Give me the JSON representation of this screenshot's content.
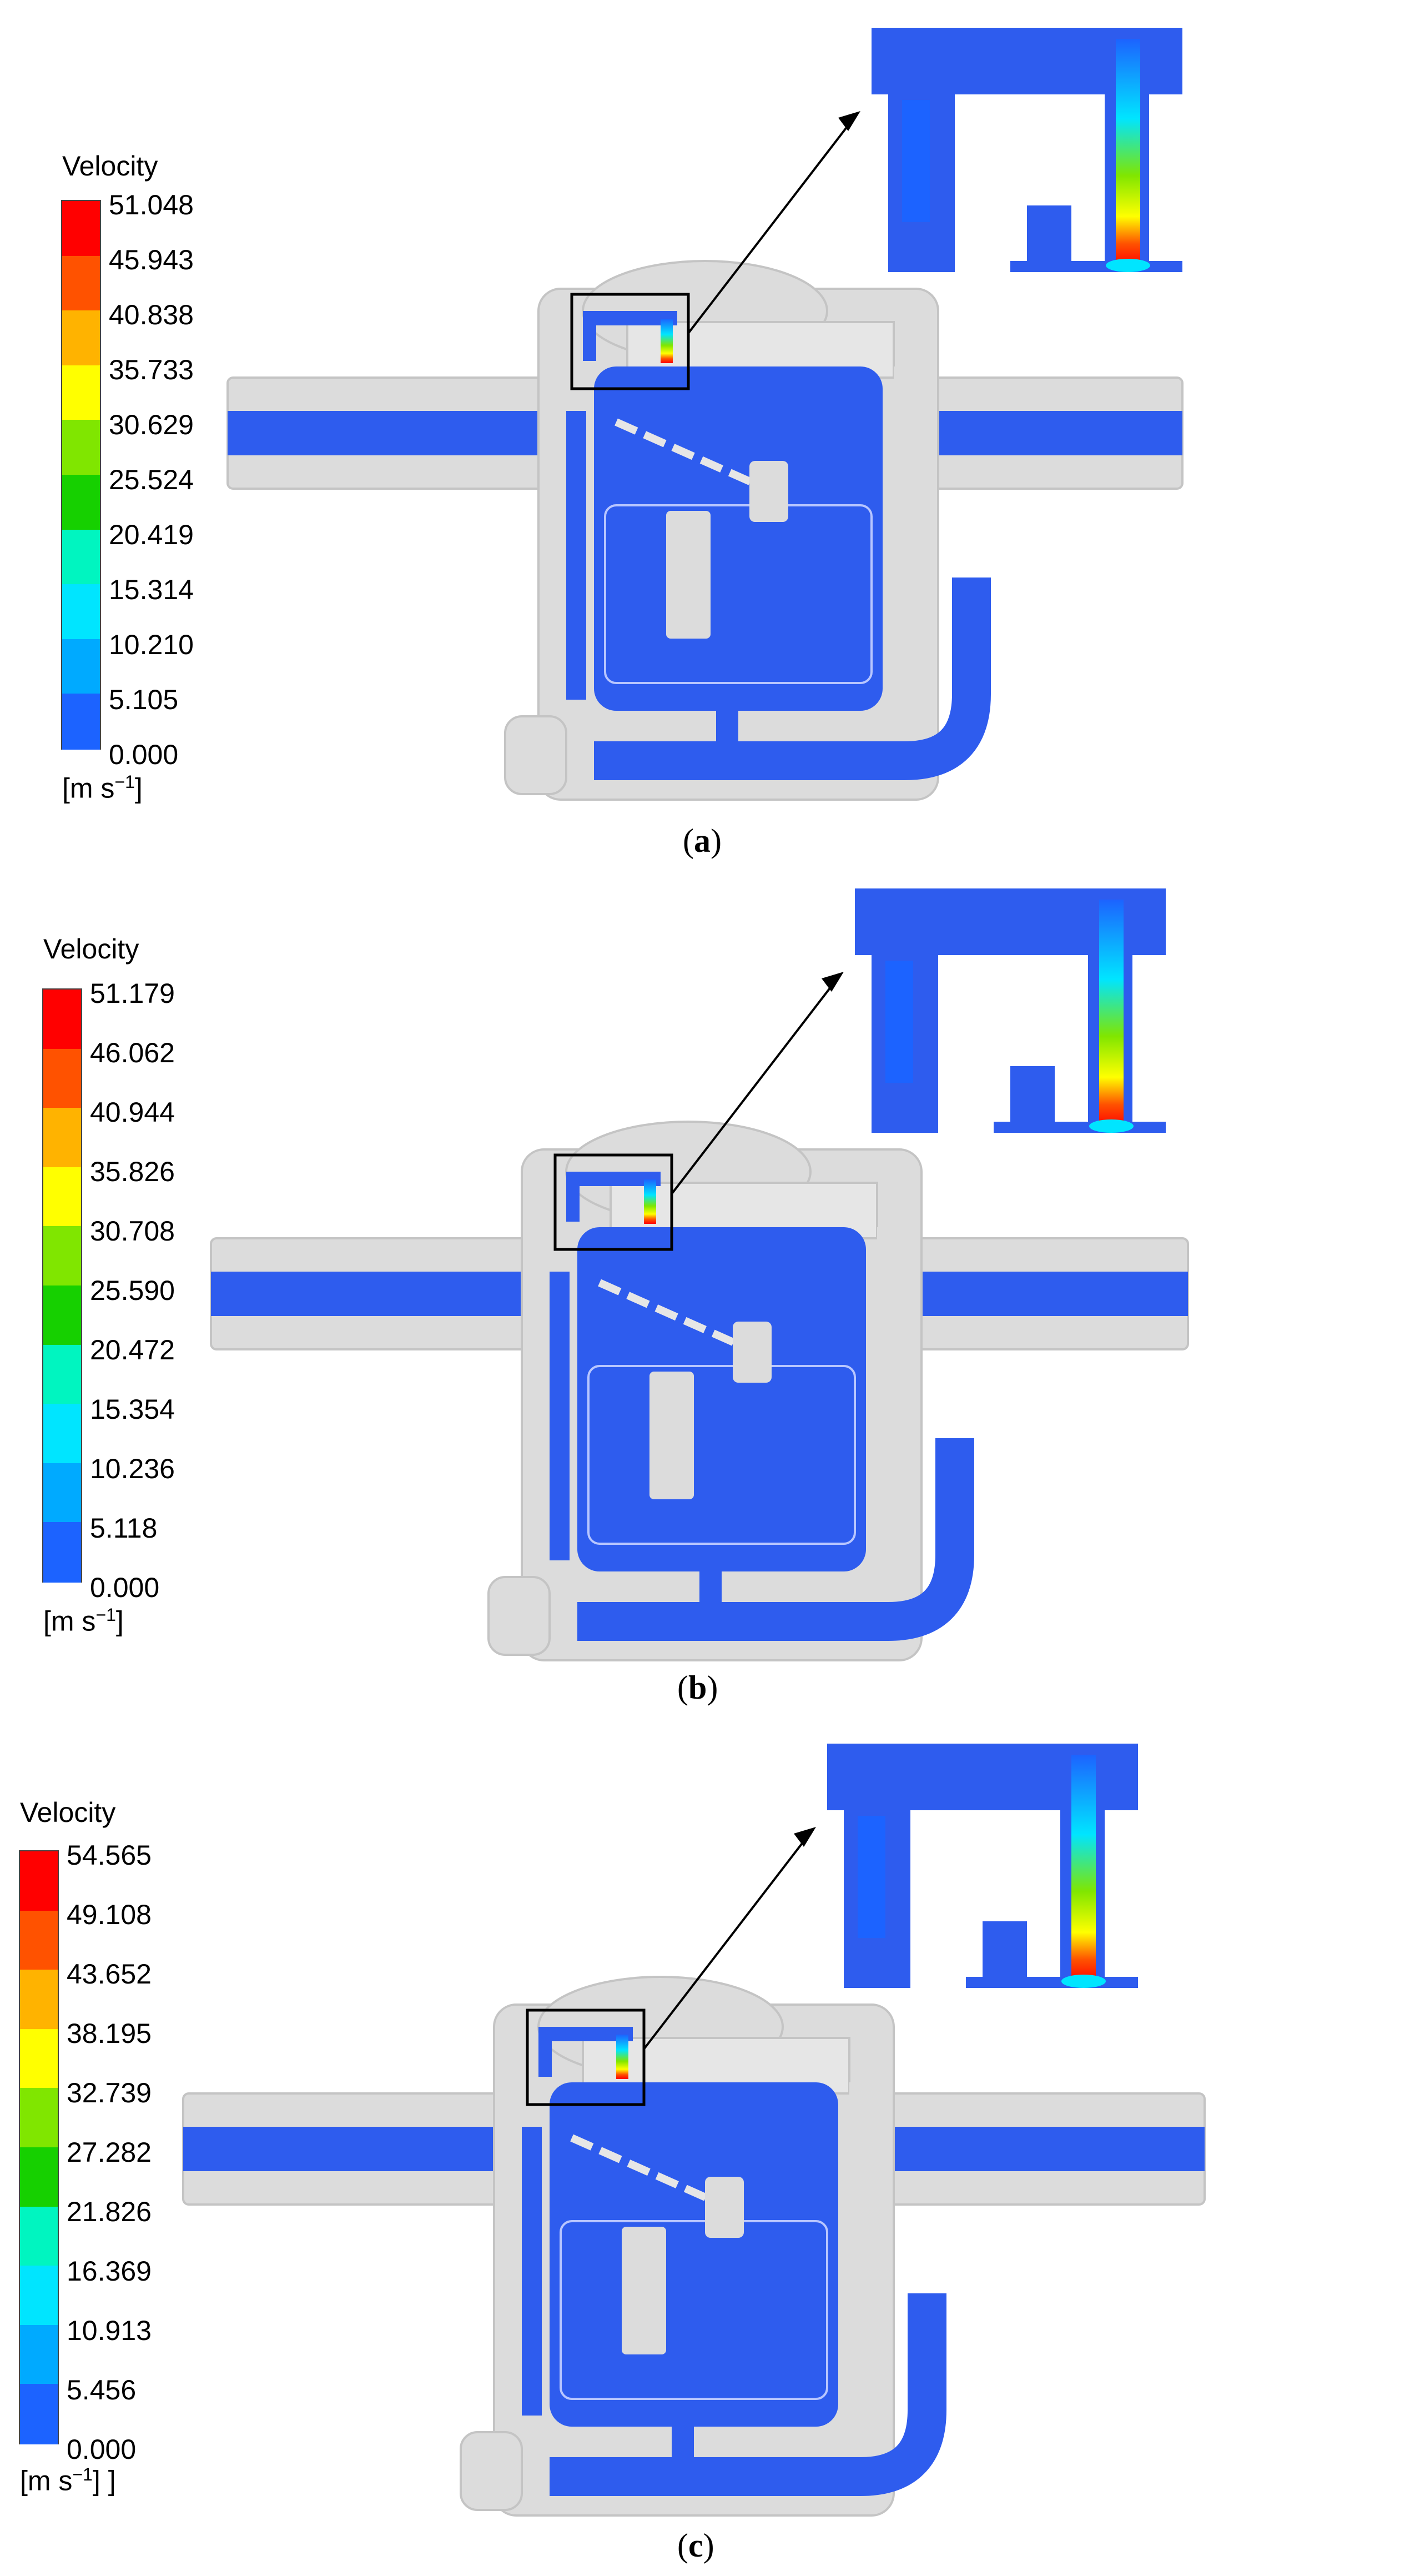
{
  "colors": {
    "scale": [
      "#0000ff",
      "#1c63ff",
      "#00aaff",
      "#00e5ff",
      "#00f5c0",
      "#00dd55",
      "#16d000",
      "#80e600",
      "#ffff00",
      "#ffb300",
      "#ff5200",
      "#ff0000"
    ],
    "fluid": "#2e5cee",
    "solid": "#dcdcdc",
    "solid_dark": "#c4c4c4"
  },
  "panels": [
    {
      "id": "a",
      "legend_title": "Velocity",
      "legend_values": [
        "51.048",
        "45.943",
        "40.838",
        "35.733",
        "30.629",
        "25.524",
        "20.419",
        "15.314",
        "10.210",
        "5.105",
        "0.000"
      ],
      "unit_prefix": "[m s",
      "unit_exp": "−1",
      "unit_suffix": "]",
      "caption_open": "(",
      "caption_letter": "a",
      "caption_close": ")"
    },
    {
      "id": "b",
      "legend_title": "Velocity",
      "legend_values": [
        "51.179",
        "46.062",
        "40.944",
        "35.826",
        "30.708",
        "25.590",
        "20.472",
        "15.354",
        "10.236",
        "5.118",
        "0.000"
      ],
      "unit_prefix": "[m s",
      "unit_exp": "−1",
      "unit_suffix": "]",
      "caption_open": "(",
      "caption_letter": "b",
      "caption_close": ")"
    },
    {
      "id": "c",
      "legend_title": "Velocity",
      "legend_values": [
        "54.565",
        "49.108",
        "43.652",
        "38.195",
        "32.739",
        "27.282",
        "21.826",
        "16.369",
        "10.913",
        "5.456",
        "0.000"
      ],
      "unit_prefix": "[m s",
      "unit_exp": "−1",
      "unit_suffix": "] ]",
      "caption_open": "(",
      "caption_letter": "c",
      "caption_close": ")"
    }
  ]
}
